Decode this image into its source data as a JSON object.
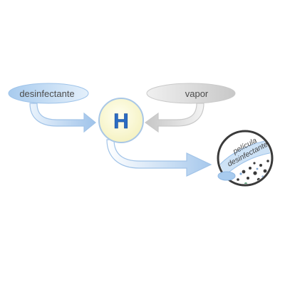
{
  "inputs": {
    "disinfectant": "desinfectante",
    "vapor": "vapor"
  },
  "hub": {
    "letter": "H"
  },
  "output": {
    "line1": "película",
    "line2": "desinfectante"
  },
  "colors": {
    "blue_pill": "#b9d6f0",
    "blue_arrow": "#a9c9ec",
    "grey_pill": "#d9d9d9",
    "grey_arrow": "#cfcfcf",
    "hub_fill": "#fdfbd5",
    "hub_letter": "#2b6cc4",
    "text": "#4d4d4d"
  }
}
